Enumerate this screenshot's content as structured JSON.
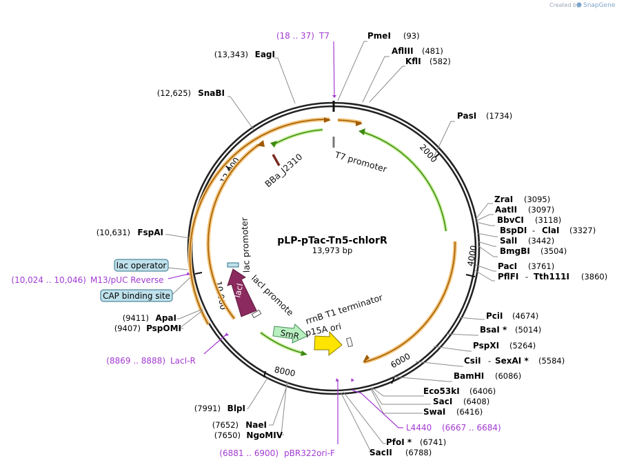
{
  "branding": {
    "created_by": "Created by",
    "product": "SnapGene"
  },
  "plasmid": {
    "name": "pLP-pTac-Tn5-chlorR",
    "length": "13,973 bp"
  },
  "colors": {
    "backbone": "#222222",
    "orf_fill": "#fbe0b0",
    "orf_stroke": "#e8a33a",
    "promoter_arrow": "#7cbf3c",
    "primer": "#a23ad1",
    "laci": "#8b2a5e",
    "smr": "#b8efc0",
    "ori": "#ffe400",
    "misc_box": "#bfe1ec"
  },
  "tick_labels": [
    "2000",
    "4000",
    "6000",
    "8000",
    "10,000",
    "12,000"
  ],
  "features": {
    "t7_promoter": "T7 promoter",
    "bba": "BBa_J23100",
    "lac_promoter": "lac promoter",
    "laci": "lacI",
    "laci_promoter": "lacI promoter",
    "smr": "SmR",
    "rrnb": "rrnB T1 terminator",
    "p15a": "p15A ori"
  },
  "enzymes_right": [
    {
      "name": "PmeI",
      "pos": "(93)"
    },
    {
      "name": "AflIII",
      "pos": "(481)"
    },
    {
      "name": "KflI",
      "pos": "(582)"
    },
    {
      "name": "PasI",
      "pos": "(1734)"
    },
    {
      "name": "ZraI",
      "pos": "(3095)"
    },
    {
      "name": "AatII",
      "pos": "(3097)"
    },
    {
      "name": "BbvCI",
      "pos": "(3118)"
    },
    {
      "name": "BspDI",
      "sep": "-",
      "name2": "ClaI",
      "pos": "(3327)"
    },
    {
      "name": "SalI",
      "pos": "(3442)"
    },
    {
      "name": "BmgBI",
      "pos": "(3504)"
    },
    {
      "name": "PacI",
      "pos": "(3761)"
    },
    {
      "name": "PflFI",
      "sep": "-",
      "name2": "Tth111I",
      "pos": "(3860)"
    },
    {
      "name": "PciI",
      "pos": "(4674)"
    },
    {
      "name": "BsaI *",
      "pos": "(5014)"
    },
    {
      "name": "PspXI",
      "pos": "(5264)"
    },
    {
      "name": "CsiI",
      "sep": "-",
      "name2": "SexAI *",
      "pos": "(5584)"
    },
    {
      "name": "BamHI",
      "pos": "(6086)"
    },
    {
      "name": "Eco53kI",
      "pos": "(6406)"
    },
    {
      "name": "SacI",
      "pos": "(6408)"
    },
    {
      "name": "SwaI",
      "pos": "(6416)"
    },
    {
      "name": "PfoI *",
      "pos": "(6741)"
    },
    {
      "name": "SacII",
      "pos": "(6788)"
    }
  ],
  "enzymes_left": [
    {
      "name": "EagI",
      "pos": "(13,343)"
    },
    {
      "name": "SnaBI",
      "pos": "(12,625)"
    },
    {
      "name": "FspAI",
      "pos": "(10,631)"
    },
    {
      "name": "ApaI",
      "pos": "(9411)"
    },
    {
      "name": "PspOMI",
      "pos": "(9407)"
    },
    {
      "name": "BlpI",
      "pos": "(7991)"
    },
    {
      "name": "NaeI",
      "pos": "(7652)"
    },
    {
      "name": "NgoMIV",
      "pos": "(7650)"
    }
  ],
  "primers": [
    {
      "range": "(18 .. 37)",
      "name": "T7"
    },
    {
      "range": "(10,024 .. 10,046)",
      "name": "M13/pUC Reverse"
    },
    {
      "range": "(8869 .. 8888)",
      "name": "LacI-R"
    },
    {
      "name": "L4440",
      "range": "(6667 .. 6684)"
    },
    {
      "range": "(6881 .. 6900)",
      "name": "pBR322ori-F"
    }
  ],
  "boxes": {
    "lac_operator": "lac operator",
    "cap_site": "CAP binding site"
  }
}
